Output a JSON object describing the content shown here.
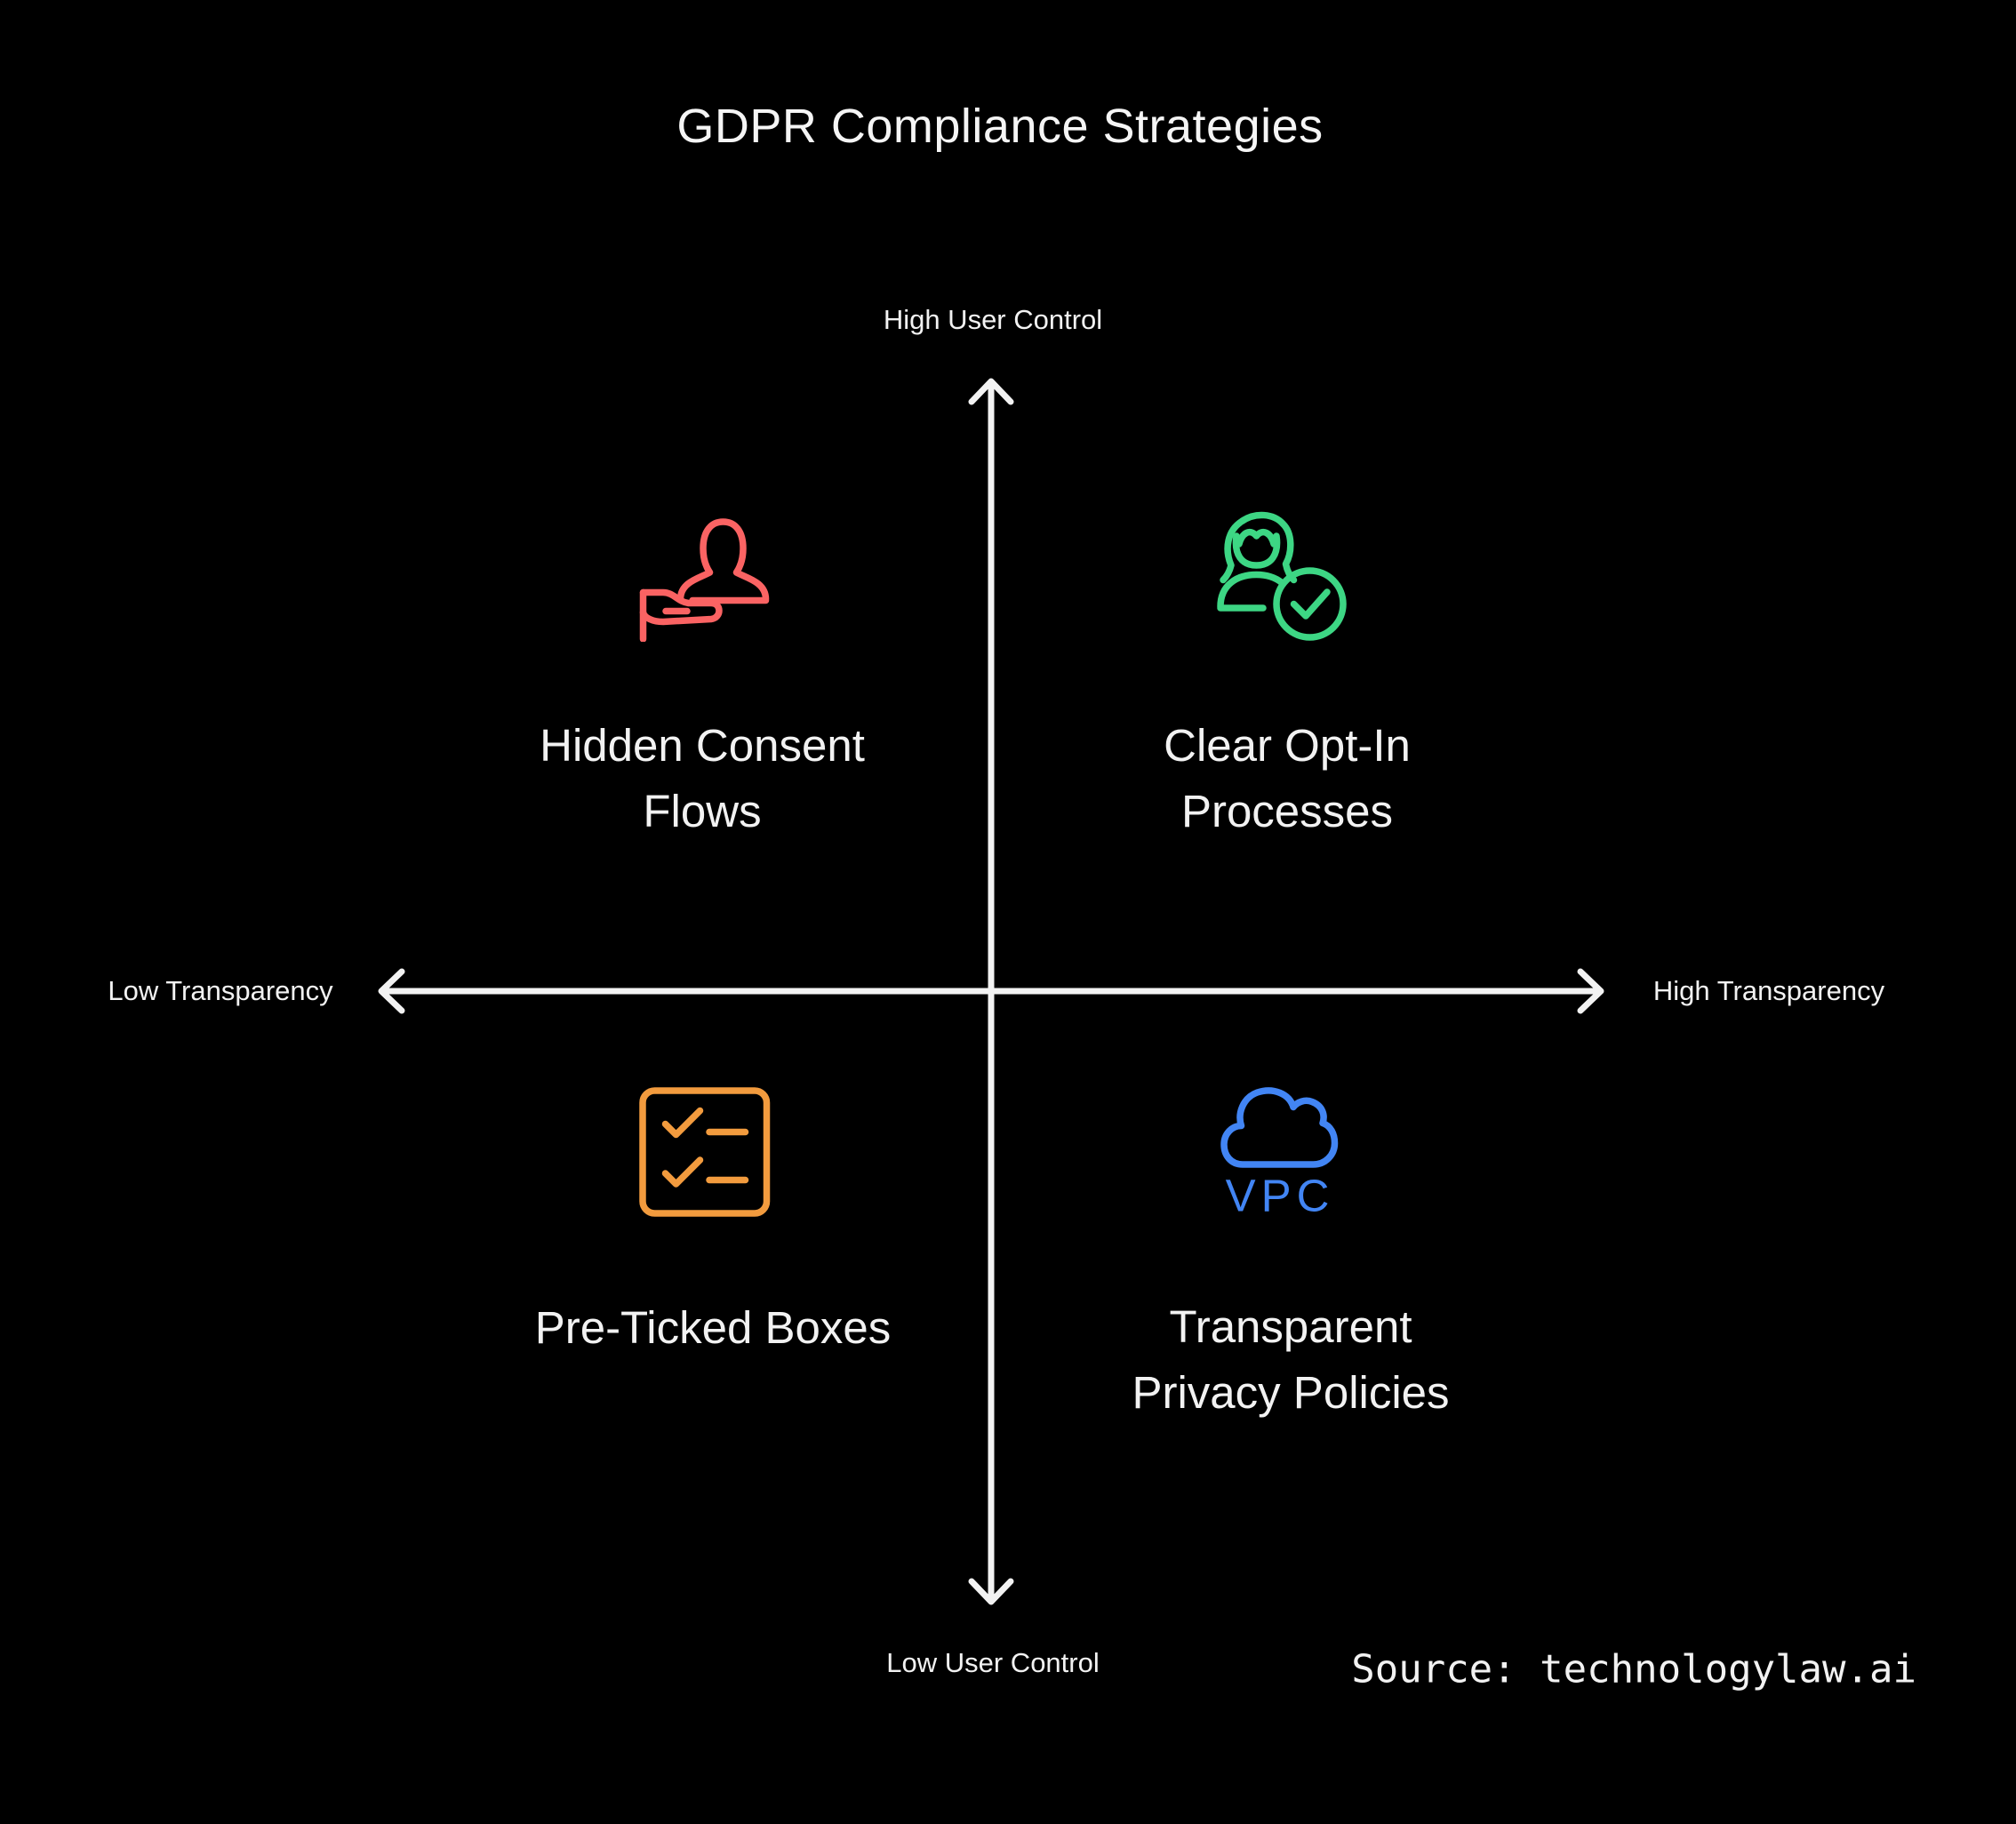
{
  "title": "GDPR Compliance Strategies",
  "axis": {
    "top": "High User Control",
    "bottom": "Low User Control",
    "left": "Low Transparency",
    "right": "High Transparency"
  },
  "quadrants": {
    "top_left": {
      "line1": "Hidden Consent",
      "line2": "Flows",
      "icon": "person-consent-hand-icon",
      "color": "#FA6363"
    },
    "top_right": {
      "line1": "Clear Opt-In",
      "line2": "Processes",
      "icon": "person-verified-check-icon",
      "color": "#3DD684"
    },
    "bottom_left": {
      "line1": "Pre-Ticked Boxes",
      "icon": "checklist-icon",
      "color": "#F29B3E"
    },
    "bottom_right": {
      "line1": "Transparent",
      "line2": "Privacy Policies",
      "icon": "vpc-cloud-icon",
      "icon_text": "VPC",
      "color": "#4285F4"
    }
  },
  "source_text": "Source: technologylaw.ai",
  "colors": {
    "background": "#000000",
    "axis_lines": "#F2F2F2",
    "text": "#F2F2F2"
  }
}
